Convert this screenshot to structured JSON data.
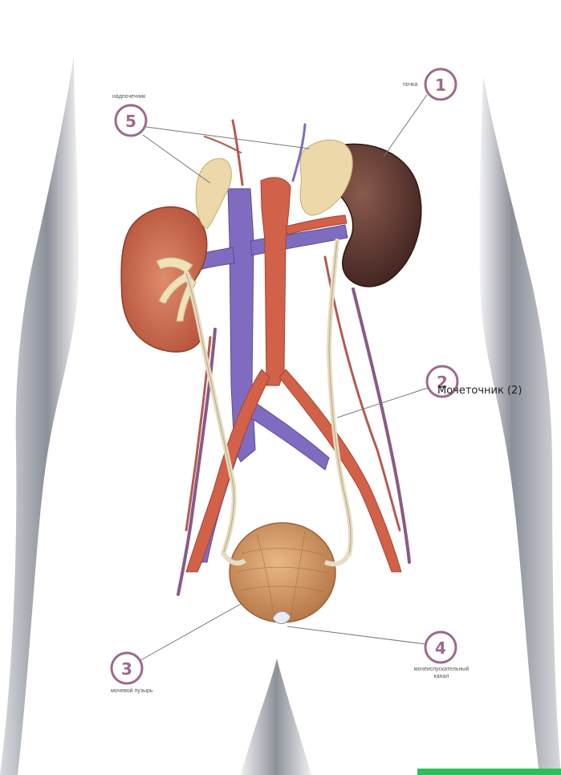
{
  "diagram": {
    "labels": {
      "adrenal_glands": "надпочечник",
      "kidney": "почка",
      "ureter": "Мочеточник (2)",
      "bladder": "мочевой пузырь",
      "urethra_line1": "мочеиспускательный",
      "urethra_line2": "канал"
    },
    "markers": [
      {
        "number": "1",
        "target": "kidney"
      },
      {
        "number": "2",
        "target": "ureter"
      },
      {
        "number": "3",
        "target": "bladder"
      },
      {
        "number": "4",
        "target": "urethra"
      },
      {
        "number": "5",
        "target": "adrenal_glands"
      }
    ]
  },
  "colors": {
    "marker": "#9c6a8e",
    "vein": "#7f6cc0",
    "artery": "#d2614a",
    "kidney_right": "#c9694f",
    "kidney_left": "#5a3530",
    "adrenal": "#ecd8a8",
    "ureter": "#e6ddc3",
    "bladder": "#d9a36b",
    "body_silhouette": "#b9bcc3",
    "leader_line": "#777777"
  }
}
